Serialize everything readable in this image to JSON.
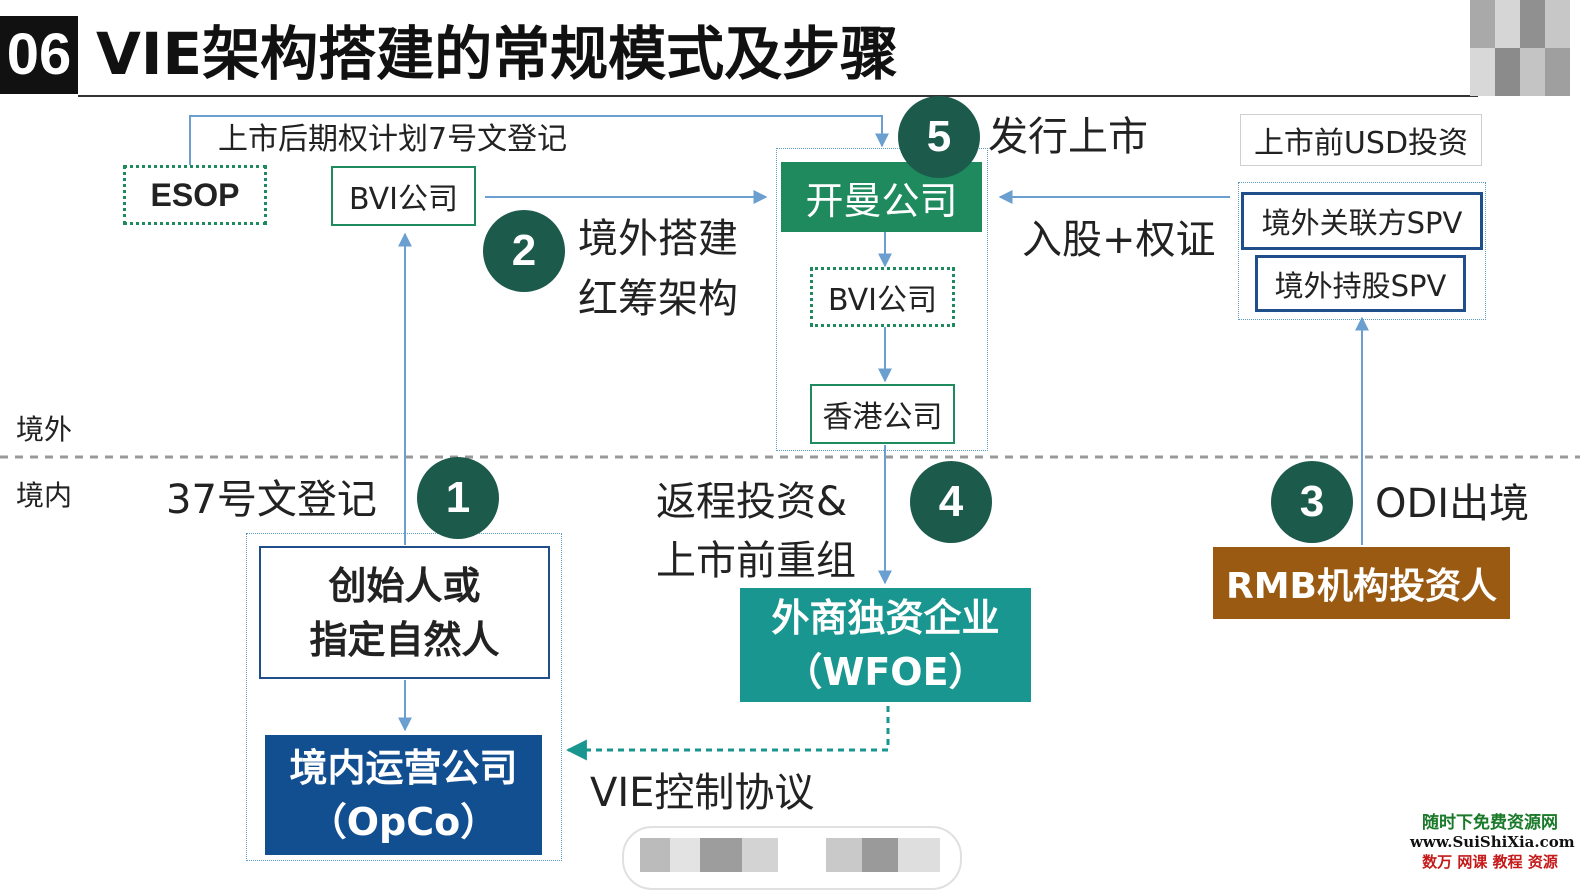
{
  "header": {
    "number": "06",
    "title": "VIE架构搭建的常规模式及步骤"
  },
  "top_arrow_label": "上市后期权计划7号文登记",
  "boxes": {
    "esop": "ESOP",
    "bvi_founder": "BVI公司",
    "kaiman": "开曼公司",
    "bvi_mid": "BVI公司",
    "hk": "香港公司",
    "pre_ipo_usd": "上市前USD投资",
    "spv_related": "境外关联方SPV",
    "spv_holding": "境外持股SPV",
    "founder_line1": "创始人或",
    "founder_line2": "指定自然人",
    "opco_line1": "境内运营公司",
    "opco_line2": "（OpCo）",
    "wfoe_line1": "外商独资企业",
    "wfoe_line2": "（WFOE）",
    "rmb_investor": "RMB机构投资人"
  },
  "steps": [
    {
      "num": "1",
      "label": "37号文登记"
    },
    {
      "num": "2",
      "label_line1": "境外搭建",
      "label_line2": "红筹架构"
    },
    {
      "num": "3",
      "label": "ODI出境"
    },
    {
      "num": "4",
      "label_line1": "返程投资&",
      "label_line2": "上市前重组"
    },
    {
      "num": "5",
      "label": "发行上市"
    }
  ],
  "labels": {
    "offshore": "境外",
    "onshore": "境内",
    "equity_warrant": "入股+权证",
    "vie_agreement": "VIE控制协议"
  },
  "watermark": {
    "line1": "随时下免费资源网",
    "line2": "www.SuiShiXia.com",
    "line3": "数万 网课 教程 资源"
  },
  "colors": {
    "dark_green": "#1c5a4c",
    "green": "#1e8a5e",
    "teal": "#1a9690",
    "navy": "#124f91",
    "brown": "#9a5a12",
    "arrow_blue": "#6a9fcf"
  }
}
